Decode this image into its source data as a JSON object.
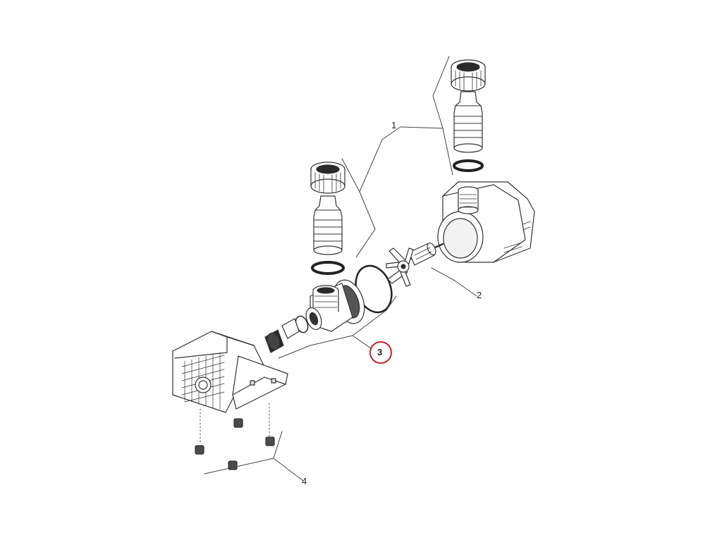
{
  "diagram": {
    "callouts": [
      {
        "id": "1",
        "label": "1",
        "highlighted": false
      },
      {
        "id": "2",
        "label": "2",
        "highlighted": false
      },
      {
        "id": "3",
        "label": "3",
        "highlighted": true
      },
      {
        "id": "4",
        "label": "4",
        "highlighted": false
      }
    ],
    "highlight_color": "#cc1f2a",
    "line_color": "#333333",
    "part_fill": "#ffffff",
    "part_dark": "#2a2a2a"
  }
}
